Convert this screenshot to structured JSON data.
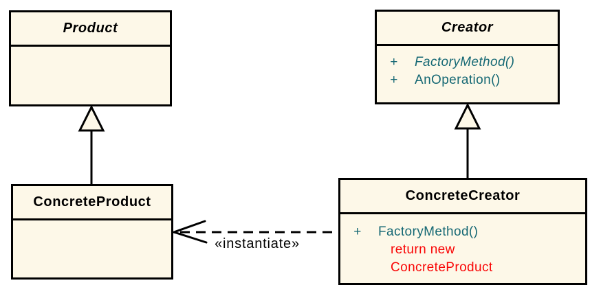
{
  "diagram": {
    "classes": {
      "product": {
        "name": "Product",
        "abstract": true
      },
      "creator": {
        "name": "Creator",
        "abstract": true,
        "methods": [
          {
            "visibility": "+",
            "name": "FactoryMethod()",
            "abstract": true
          },
          {
            "visibility": "+",
            "name": "AnOperation()",
            "abstract": false
          }
        ]
      },
      "concrete_product": {
        "name": "ConcreteProduct",
        "abstract": false
      },
      "concrete_creator": {
        "name": "ConcreteCreator",
        "abstract": false,
        "methods": [
          {
            "visibility": "+",
            "name": "FactoryMethod()",
            "abstract": false
          }
        ],
        "code_note": [
          "return new",
          "ConcreteProduct"
        ]
      }
    },
    "relationships": {
      "generalizations": [
        {
          "from": "ConcreteProduct",
          "to": "Product"
        },
        {
          "from": "ConcreteCreator",
          "to": "Creator"
        }
      ],
      "dependency": {
        "from": "ConcreteCreator",
        "to": "ConcreteProduct",
        "label": "«instantiate»",
        "line_style": "dashed"
      }
    },
    "colors": {
      "class_fill": "#fdf8e8",
      "border": "#000000",
      "title_text": "#000000",
      "method_text": "#156874",
      "code_note_text": "#f90606",
      "background": "#ffffff"
    }
  }
}
